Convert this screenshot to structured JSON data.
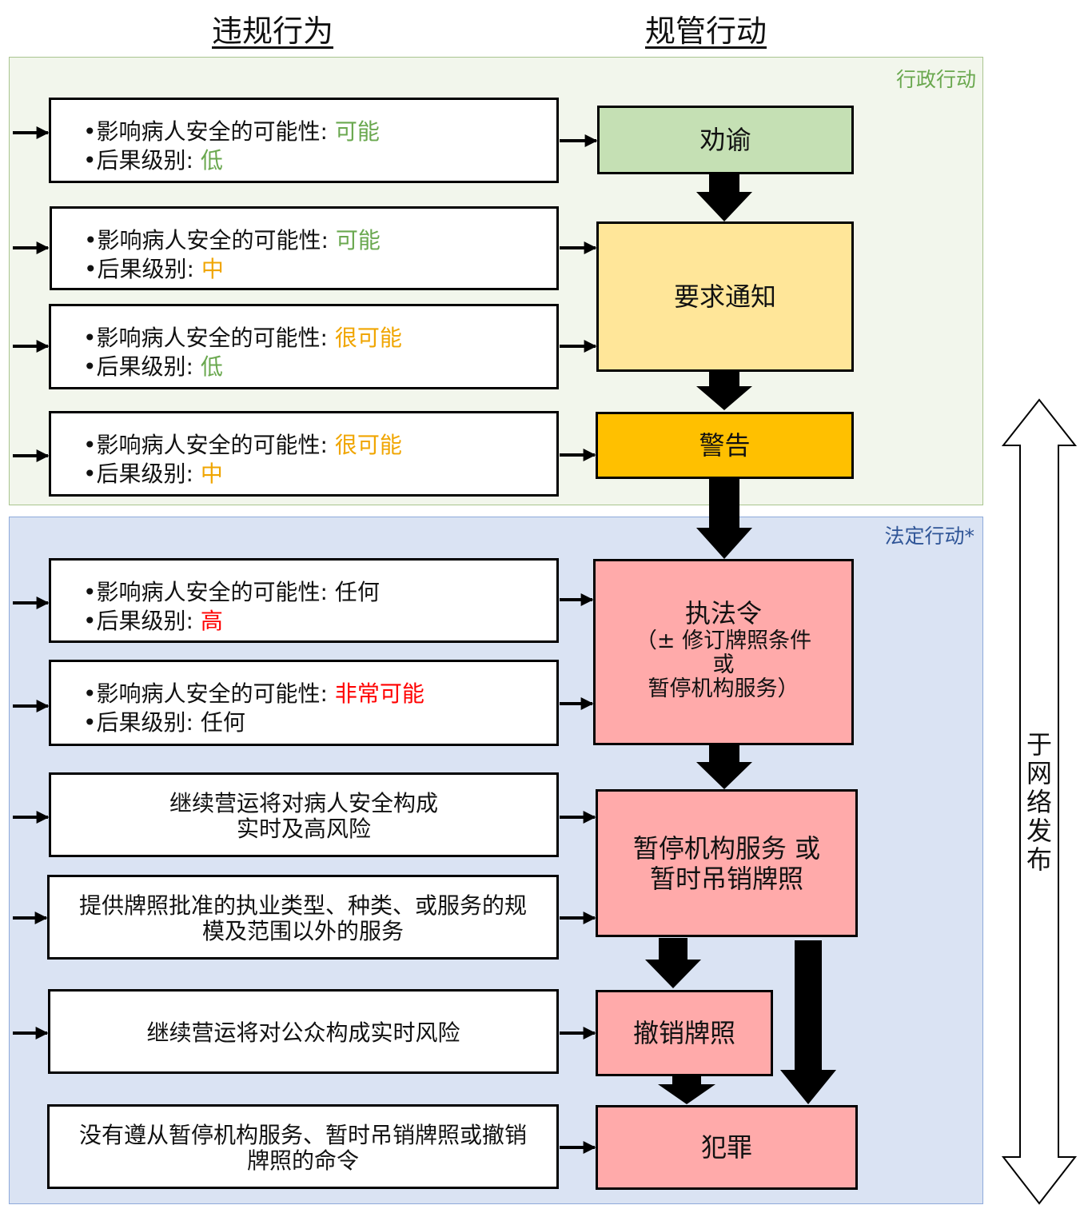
{
  "headers": {
    "violations": "违规行为",
    "actions": "规管行动"
  },
  "sections": {
    "admin": "行政行动",
    "statutory": "法定行动*"
  },
  "violations": [
    {
      "l1_label": "•影响病人安全的可能性: ",
      "l1_value": "可能",
      "l2_label": "•后果级别: ",
      "l2_value": "低"
    },
    {
      "l1_label": "•影响病人安全的可能性: ",
      "l1_value": "可能",
      "l2_label": "•后果级别: ",
      "l2_value": "中"
    },
    {
      "l1_label": "•影响病人安全的可能性: ",
      "l1_value": "很可能",
      "l2_label": "•后果级别: ",
      "l2_value": "低"
    },
    {
      "l1_label": "•影响病人安全的可能性: ",
      "l1_value": "很可能",
      "l2_label": "•后果级别: ",
      "l2_value": "中"
    },
    {
      "l1_label": "•影响病人安全的可能性: ",
      "l1_value": "任何",
      "l2_label": "•后果级别: ",
      "l2_value": "高"
    },
    {
      "l1_label": "•影响病人安全的可能性: ",
      "l1_value": "非常可能",
      "l2_label": "•后果级别: ",
      "l2_value": "任何"
    },
    {
      "text1": "继续营运将对病人安全构成",
      "text2": "实时及高风险"
    },
    {
      "text1": "提供牌照批准的执业类型、种类、或服务的规",
      "text2": "模及范围以外的服务"
    },
    {
      "text1": "继续营运将对公众构成实时风险"
    },
    {
      "text1": "没有遵从暂停机构服务、暂时吊销牌照或撤销",
      "text2": "牌照的命令"
    }
  ],
  "actions": {
    "advice": "劝谕",
    "notice": "要求通知",
    "warning": "警告",
    "enforcement": {
      "title": "执法令",
      "line1": "（± 修订牌照条件",
      "line2": "或",
      "line3": "暂停机构服务）"
    },
    "suspension": {
      "line1": "暂停机构服务 或",
      "line2": "暂时吊销牌照"
    },
    "revocation": "撤销牌照",
    "offence": "犯罪"
  },
  "side_label": "于网络发布",
  "colors": {
    "green": "#6aa84f",
    "yellow": "#f0a500",
    "red": "#ff0000",
    "admin_bg": "#f2f6ec",
    "admin_border": "#a9c58f",
    "statutory_bg": "#dae3f3",
    "statutory_border": "#8eaadb",
    "advice_fill": "#c5e0b4",
    "notice_fill": "#ffe699",
    "warning_fill": "#ffc000",
    "pink_fill": "#ffaaaa"
  }
}
